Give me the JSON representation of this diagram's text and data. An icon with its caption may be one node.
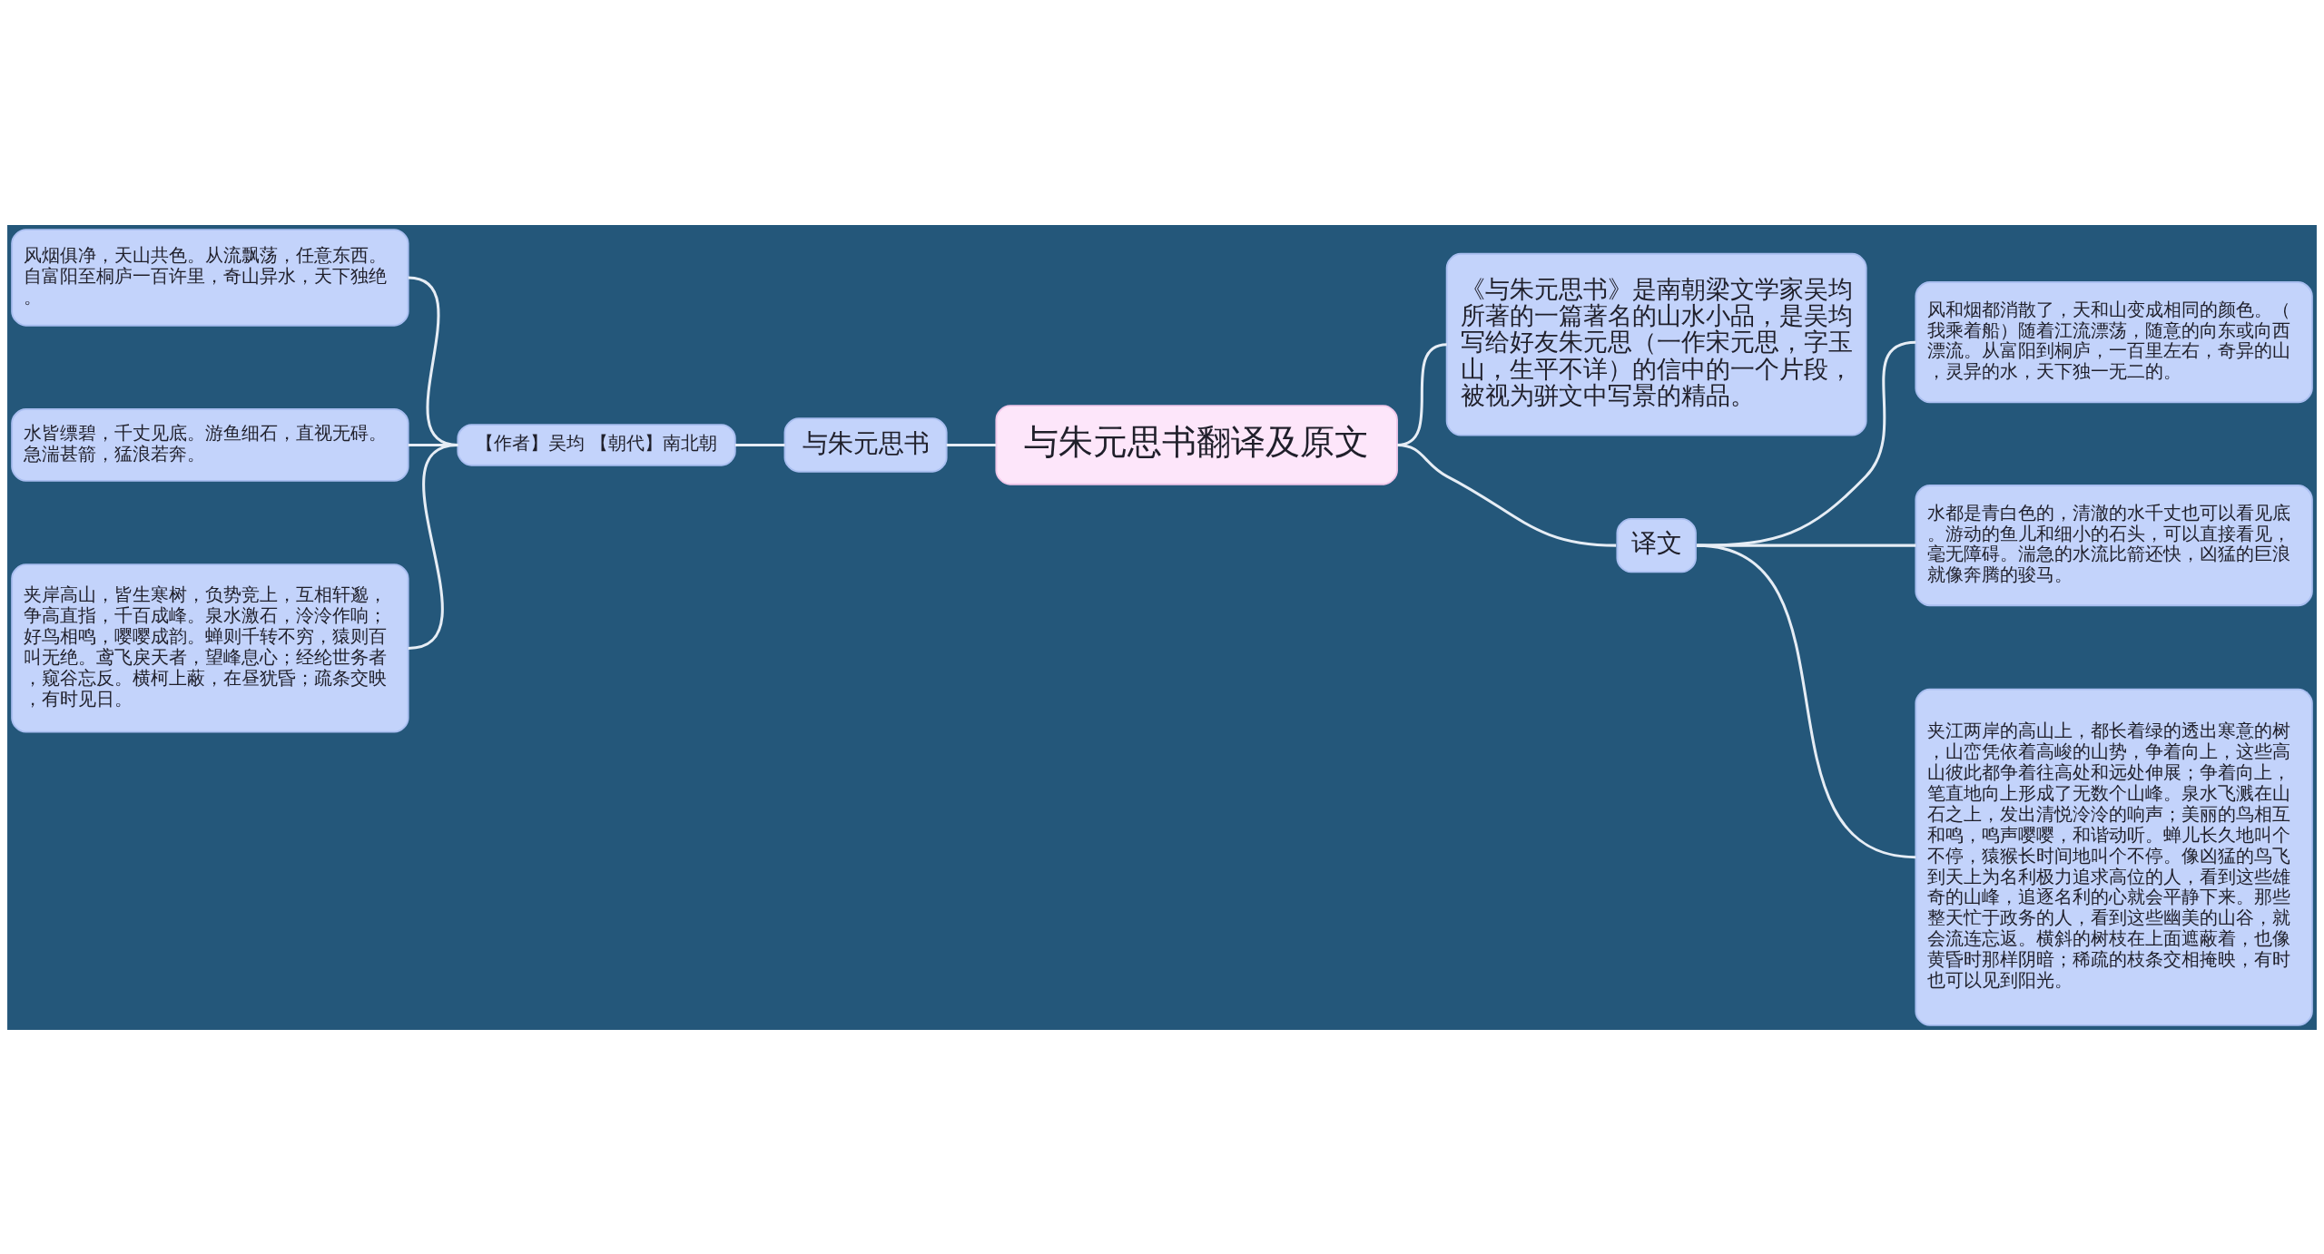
{
  "diagram": {
    "nodes": [
      {
        "text": [
          "与朱元思书翻译及原文"
        ]
      },
      {
        "text": [
          "与朱元思书"
        ]
      },
      {
        "text": [
          "【作者】吴均 【朝代】南北朝"
        ]
      },
      {
        "text": [
          "风烟俱净，天山共色。从流飘荡，任意东西。自富阳至桐庐一百许里，奇山异水，天下独绝。"
        ]
      },
      {
        "text": [
          "水皆缥碧，千丈见底。游鱼细石，直视无碍。急湍甚箭，猛浪若奔。"
        ]
      },
      {
        "text": [
          "夹岸高山，皆生寒树，负势竞上，互相轩邈，争高直指，千百成峰。泉水激石，泠泠作响；好鸟相鸣，嘤嘤成韵。蝉则千转不穷，猿则百叫无绝。鸢飞戾天者，望峰息心；经纶世务者，窥谷忘反。横柯上蔽，在昼犹昏；疏条交映，有时见日。"
        ]
      },
      {
        "text": [
          "《与朱元思书》是南朝梁文学家吴均所著的一篇著名的山水小品，是吴均写给好友朱元思（一作宋元思，字玉山，生平不详）的信中的一个片段，被视为骈文中写景的精品。"
        ]
      },
      {
        "text": [
          "译文"
        ]
      },
      {
        "text": [
          "风和烟都消散了，天和山变成相同的颜色。（我乘着船）随着江流漂荡，随意的向东或向西漂流。从富阳到桐庐，一百里左右，奇异的山，灵异的水，天下独一无二的。"
        ]
      },
      {
        "text": [
          "水都是青白色的，清澈的水千丈也可以看见底。游动的鱼儿和细小的石头，可以直接看见，毫无障碍。湍急的水流比箭还快，凶猛的巨浪就像奔腾的骏马。"
        ]
      },
      {
        "text": [
          "夹江两岸的高山上，都长着绿的透出寒意的树，山峦凭依着高峻的山势，争着向上，这些高山彼此都争着往高处和远处伸展；争着向上，笔直地向上形成了无数个山峰。泉水飞溅在山石之上，发出清悦泠泠的响声；美丽的鸟相互和鸣，鸣声嘤嘤，和谐动听。蝉儿长久地叫个不停，猿猴长时间地叫个不停。像凶猛的鸟飞到天上为名利极力追求高位的人，看到这些雄奇的山峰，追逐名利的心就会平静下来。那些整天忙于政务的人，看到这些幽美的山谷，就会流连忘返。横斜的树枝在上面遮蔽着，也像黄昏时那样阴暗；稀疏的枝条交相掩映，有时也可以见到阳光。"
        ]
      }
    ],
    "edges": [
      {
        "from": 1,
        "to": 0,
        "arrow": "none"
      },
      {
        "from": 2,
        "to": 1,
        "arrow": "none"
      },
      {
        "from": 3,
        "to": 2,
        "arrow": "none"
      },
      {
        "from": 4,
        "to": 2,
        "arrow": "none"
      },
      {
        "from": 5,
        "to": 2,
        "arrow": "none"
      },
      {
        "from": 0,
        "to": 6,
        "arrow": "none"
      },
      {
        "from": 0,
        "to": 7,
        "arrow": "none"
      },
      {
        "from": 7,
        "to": 8,
        "arrow": "none"
      },
      {
        "from": 7,
        "to": 9,
        "arrow": "none"
      },
      {
        "from": 7,
        "to": 10,
        "arrow": "none"
      }
    ]
  }
}
